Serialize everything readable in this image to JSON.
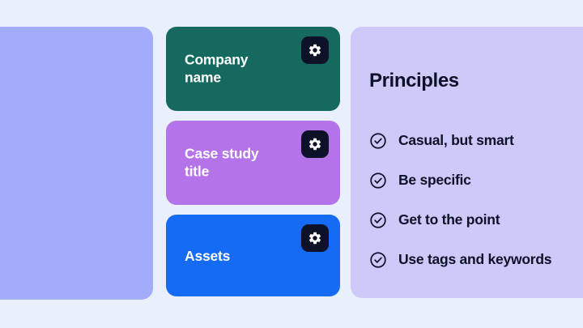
{
  "theme": {
    "background": "#e9effb",
    "left_panel": "#a2acfb",
    "panel_accent": "#cdc9f9",
    "ink": "#0d1228",
    "gear_chip": "#0d1228"
  },
  "left_panel": {
    "name": "empty-placeholder-panel",
    "color": "#a2acfb"
  },
  "cards": [
    {
      "label": "Company\nname",
      "color": "#15695f",
      "gear_icon": "gear-icon"
    },
    {
      "label": "Case study\ntitle",
      "color": "#b473e8",
      "gear_icon": "gear-icon"
    },
    {
      "label": "Assets",
      "color": "#166bf5",
      "gear_icon": "gear-icon"
    }
  ],
  "principles": {
    "title": "Principles",
    "color": "#cdc9f9",
    "items": [
      {
        "label": "Casual, but smart",
        "icon": "check-circle-icon"
      },
      {
        "label": "Be specific",
        "icon": "check-circle-icon"
      },
      {
        "label": "Get to the point",
        "icon": "check-circle-icon"
      },
      {
        "label": "Use tags and keywords",
        "icon": "check-circle-icon"
      }
    ]
  }
}
